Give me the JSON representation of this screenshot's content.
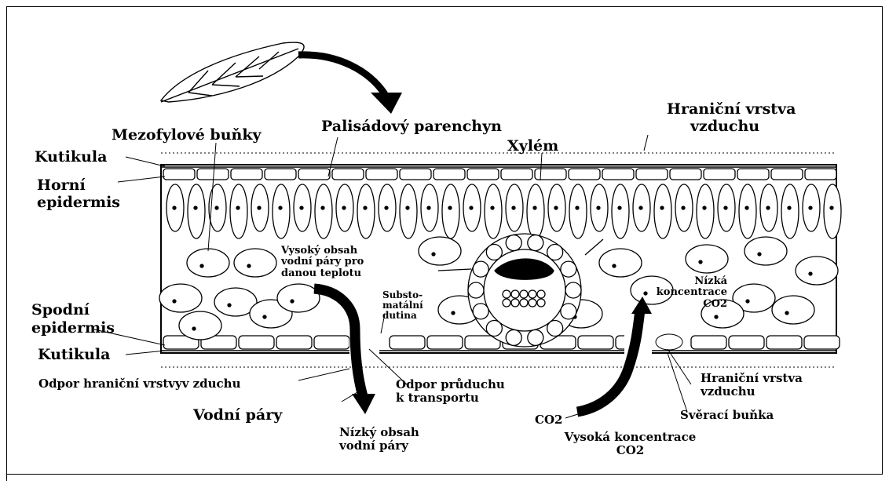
{
  "labels": {
    "mezofyl": "Mezofylové buňky",
    "palisad": "Palisádový parenchyn",
    "hranicni_top_1": "Hraniční vrstva",
    "hranicni_top_2": "vzduchu",
    "xylem": "Xylém",
    "kutikula_top": "Kutikula",
    "horni_1": "Horní",
    "horni_2": "epidermis",
    "vysoky_obsah": "Vysoký obsah\nvodní páry pro\ndanou teplotu",
    "nizka_konc": "Nízká\nkoncentrace\nCO2",
    "substomatalni": "Substo-\nmatální\ndutina",
    "spodni_1": "Spodní",
    "spodni_2": "epidermis",
    "kutikula_bottom": "Kutikula",
    "odpor_hranicni": "Odpor hraniční vrstvyv zduchu",
    "odpor_pruduchu": "Odpor průduchu\nk transportu",
    "hranicni_bottom": "Hraniční vrstva\nvzduchu",
    "vodni_pary": "Vodní páry",
    "co2_left": "CO2",
    "sveraci": "Svěrací buňka",
    "nizky_obsah": "Nízký obsah\nvodní páry",
    "vysoka_konc": "Vysoká koncentrace\nCO2"
  }
}
